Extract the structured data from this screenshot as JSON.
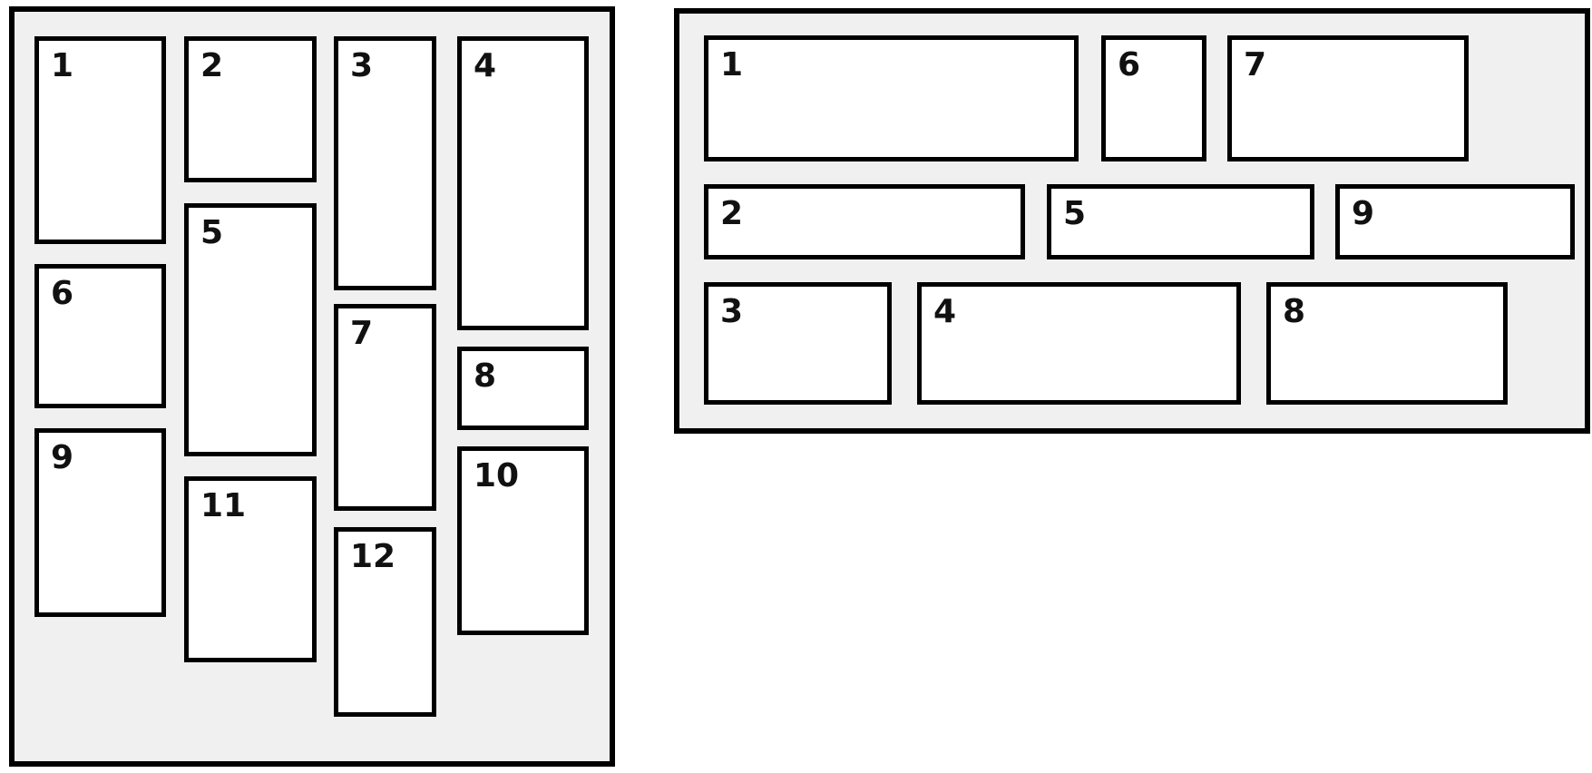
{
  "colors": {
    "page_background": "#ffffff",
    "panel_background": "#f0f0f0",
    "box_background": "#ffffff",
    "border": "#000000",
    "number_text": "#111111"
  },
  "left_panel": {
    "description": "vertical-masonry-layout",
    "column_count": 4,
    "items": [
      {
        "label": "1"
      },
      {
        "label": "2"
      },
      {
        "label": "3"
      },
      {
        "label": "4"
      },
      {
        "label": "5"
      },
      {
        "label": "6"
      },
      {
        "label": "7"
      },
      {
        "label": "8"
      },
      {
        "label": "9"
      },
      {
        "label": "10"
      },
      {
        "label": "11"
      },
      {
        "label": "12"
      }
    ]
  },
  "right_panel": {
    "description": "horizontal-rows-layout",
    "row_count": 3,
    "items": [
      {
        "label": "1"
      },
      {
        "label": "2"
      },
      {
        "label": "3"
      },
      {
        "label": "4"
      },
      {
        "label": "5"
      },
      {
        "label": "6"
      },
      {
        "label": "7"
      },
      {
        "label": "8"
      },
      {
        "label": "9"
      }
    ]
  }
}
